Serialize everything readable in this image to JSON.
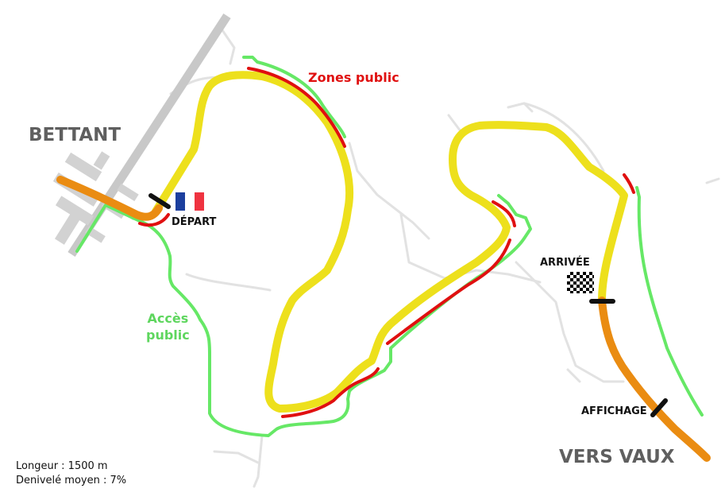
{
  "places": {
    "bettant": "BETTANT",
    "vers_vaux": "VERS VAUX"
  },
  "legend": {
    "zones_public": "Zones public",
    "acces_public_line1": "Accès",
    "acces_public_line2": "public"
  },
  "markers": {
    "depart": "DÉPART",
    "arrivee": "ARRIVÉE",
    "affichage": "AFFICHAGE"
  },
  "info": {
    "longueur": "Longeur : 1500 m",
    "denivele": "Denivelé moyen : 7%"
  },
  "colors": {
    "course": "#ede01c",
    "liaison": "#ea8c12",
    "zones_public": "#e01010",
    "acces_public": "#66e866",
    "roads": "#dcdcdc",
    "main_road": "#c8c8c8",
    "flag_blue": "#1c3f9e",
    "flag_white": "#ffffff",
    "flag_red": "#ef3340"
  },
  "icons": {
    "start_flag": "french-flag-icon",
    "finish_flag": "checkered-flag-icon"
  }
}
